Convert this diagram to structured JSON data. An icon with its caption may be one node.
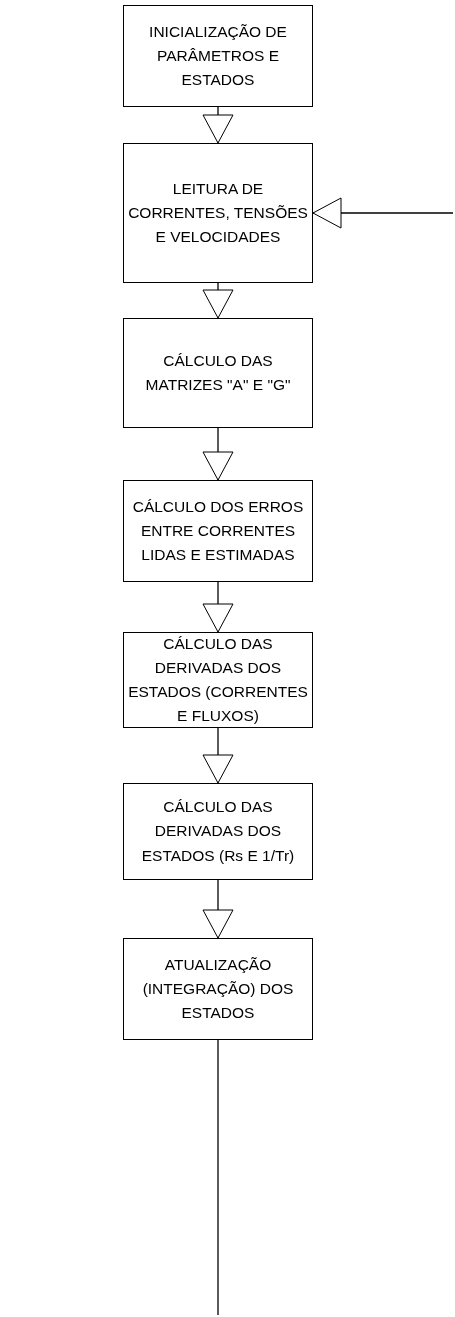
{
  "diagram": {
    "nodes": [
      {
        "text": [
          "INICIALIZAÇÃO DE PARÂMETROS E ESTADOS"
        ]
      },
      {
        "text": [
          "LEITURA DE CORRENTES, TENSÕES E VELOCIDADES"
        ]
      },
      {
        "text": [
          "CÁLCULO DAS MATRIZES \"A\" E \"G\""
        ]
      },
      {
        "text": [
          "CÁLCULO DOS ERROS ENTRE CORRENTES LIDAS E ESTIMADAS"
        ]
      },
      {
        "text": [
          "CÁLCULO DAS DERIVADAS DOS ESTADOS (CORRENTES E FLUXOS)"
        ]
      },
      {
        "text": [
          "CÁLCULO DAS DERIVADAS DOS ESTADOS (Rs E 1/Tr)"
        ]
      },
      {
        "text": [
          "ATUALIZAÇÃO (INTEGRAÇÃO) DOS ESTADOS"
        ]
      }
    ],
    "edges": [
      {
        "from": 0,
        "to": 1,
        "arrow": "to"
      },
      {
        "from": null,
        "to": 1,
        "arrow": "to"
      },
      {
        "from": 1,
        "to": 2,
        "arrow": "to"
      },
      {
        "from": 2,
        "to": 3,
        "arrow": "to"
      },
      {
        "from": 3,
        "to": 4,
        "arrow": "to"
      },
      {
        "from": 4,
        "to": 5,
        "arrow": "to"
      },
      {
        "from": 5,
        "to": 6,
        "arrow": "to"
      },
      {
        "from": 6,
        "to": null,
        "arrow": "none"
      }
    ]
  }
}
